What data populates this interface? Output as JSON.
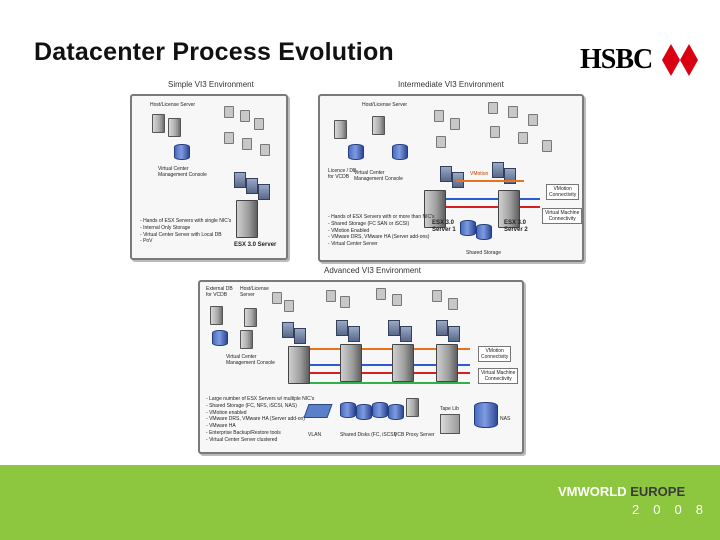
{
  "slide": {
    "title": "Datacenter Process Evolution"
  },
  "logo": {
    "text": "HSBC",
    "colors": {
      "red": "#db0011",
      "black": "#000000",
      "white": "#ffffff"
    }
  },
  "panels": {
    "simple": {
      "title": "Simple VI3 Environment",
      "license_server": "Host/License Server",
      "vc_label": "Virtual Center\nManagement Console",
      "esx_label": "ESX 3.0 Server",
      "bullets": [
        "Hands of ESX Servers with single NIC's",
        "Internal Only Storage",
        "Virtual Center Server with Local DB",
        "PoV"
      ]
    },
    "intermediate": {
      "title": "Intermediate VI3 Environment",
      "license_server": "Host/License Server",
      "db_label": "Licence / DB\nfor VCDB",
      "vc_label": "Virtual Center\nManagement Console",
      "vmotion_tag": "VMotion",
      "vmotion_box": "VMotion\nConnectivity",
      "vm_box": "Virtual Machine\nConnectivity",
      "esx1": "ESX 3.0\nServer 1",
      "esx2": "ESX 3.0\nServer 2",
      "storage": "Shared Storage",
      "bullets": [
        "Hands of ESX Servers with or more than NIC's",
        "Shared Storage (FC SAN or iSCSI)",
        "VMotion Enabled",
        "VMware DRS, VMware HA (Server add-ons)",
        "Virtual Center Server"
      ]
    },
    "advanced": {
      "title": "Advanced VI3 Environment",
      "db_label": "External DB\nfor VCDB",
      "license_label": "Host/License\nServer",
      "vc_label": "Virtual Center\nManagement Console",
      "vmotion_box": "VMotion\nConnectivity",
      "vm_box": "Virtual Machine\nConnectivity",
      "bullets": [
        "Large number of ESX Servers w/ multiple NIC's",
        "Shared Storage (FC, NFS, iSCSI, NAS)",
        "VMotion enabled",
        "VMware DRS, VMware HA (Server add-on)",
        "VMware HA",
        "Enterprise Backup/Restore tools",
        "Virtual Center Server clustered"
      ],
      "tape_label": "Tape Lib",
      "vlan_label": "VLAN",
      "storage_label": "Shared Disks (FC, iSCSI)",
      "proxy_label": "VCB Proxy Server",
      "nas_label": "NAS"
    }
  },
  "footer": {
    "brand_prefix": "VMWORLD",
    "brand_suffix": "EUROPE",
    "year": "2008",
    "bg_color": "#8dc63f"
  }
}
